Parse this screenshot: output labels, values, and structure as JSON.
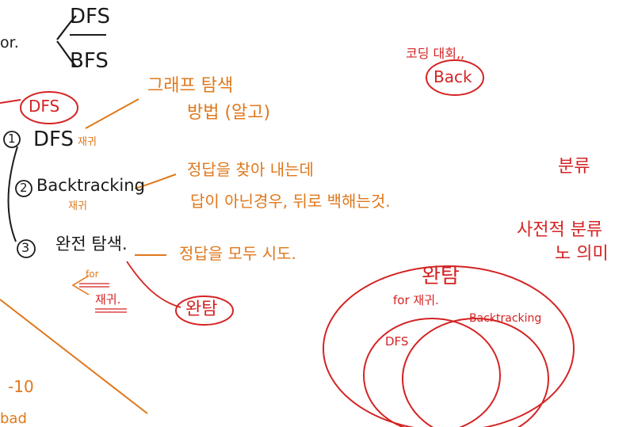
{
  "board": {
    "left_notes": {
      "prefix": "or.",
      "options": [
        "DFS",
        "BFS"
      ],
      "circled_label": "DFS",
      "items": [
        {
          "num": "1",
          "label": "DFS",
          "tag": "재귀"
        },
        {
          "num": "2",
          "label": "Backtracking",
          "tag": "재귀"
        },
        {
          "num": "3",
          "label": "완전 탐색.",
          "sub": [
            "for",
            "재귀."
          ]
        }
      ],
      "edge_fragments": [
        "-10",
        "bad"
      ]
    },
    "annotations": {
      "graph_search_line1": "그래프 탐색",
      "graph_search_line2": "방법 (알고)",
      "backtracking_line1": "정답을 찾아 내는데",
      "backtracking_line2": "답이 아닌경우, 뒤로 백해는것.",
      "bruteforce_line": "정답을 모두 시도.",
      "circled_abbrev": "완탐"
    },
    "top_right": {
      "note": "코딩 대회,,",
      "circled": "Back"
    },
    "classification": {
      "title": "분류",
      "line1": "사전적 분류",
      "line2": "노 의미"
    },
    "venn": {
      "outer_label": "완탐",
      "outer_sub": "for 재귀.",
      "left_label": "DFS",
      "right_label": "Backtracking"
    },
    "colors": {
      "black": "#1a1a1a",
      "orange": "#e0781c",
      "red": "#d42323"
    }
  }
}
